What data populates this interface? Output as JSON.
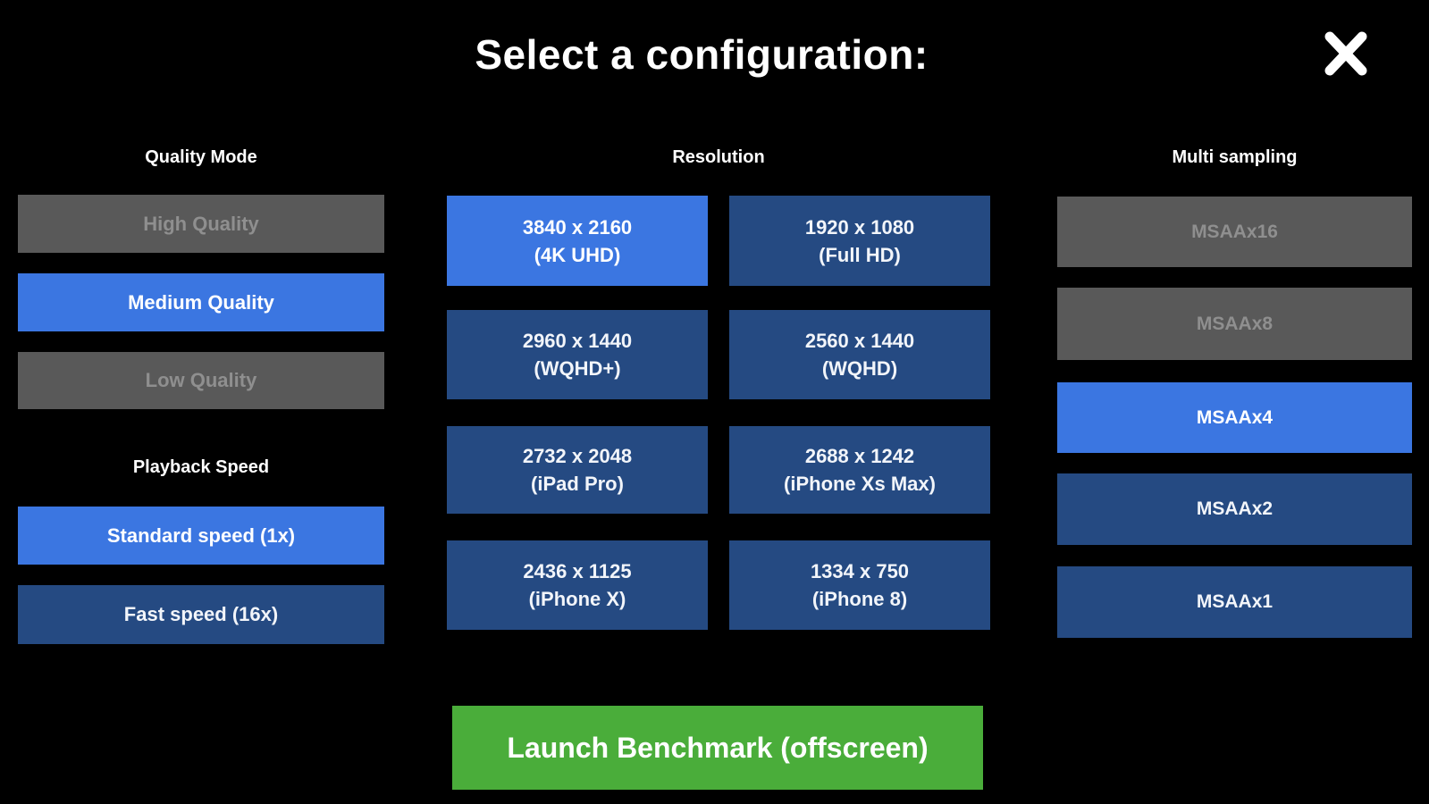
{
  "title": "Select a configuration:",
  "colors": {
    "bg": "#000000",
    "selected": "#3b76e1",
    "normal": "#254a82",
    "disabled": "#595959",
    "launch": "#4aad3a"
  },
  "sections": {
    "quality_mode": {
      "label": "Quality Mode",
      "options": [
        {
          "label": "High Quality",
          "state": "disabled"
        },
        {
          "label": "Medium Quality",
          "state": "selected"
        },
        {
          "label": "Low Quality",
          "state": "disabled"
        }
      ]
    },
    "playback_speed": {
      "label": "Playback Speed",
      "options": [
        {
          "label": "Standard speed (1x)",
          "state": "selected"
        },
        {
          "label": "Fast speed (16x)",
          "state": "normal"
        }
      ]
    },
    "resolution": {
      "label": "Resolution",
      "options": [
        {
          "line1": "3840 x 2160",
          "line2": "(4K UHD)",
          "state": "selected"
        },
        {
          "line1": "1920 x 1080",
          "line2": "(Full HD)",
          "state": "normal"
        },
        {
          "line1": "2960 x 1440",
          "line2": "(WQHD+)",
          "state": "normal"
        },
        {
          "line1": "2560 x 1440",
          "line2": "(WQHD)",
          "state": "normal"
        },
        {
          "line1": "2732 x 2048",
          "line2": "(iPad Pro)",
          "state": "normal"
        },
        {
          "line1": "2688 x 1242",
          "line2": "(iPhone Xs Max)",
          "state": "normal"
        },
        {
          "line1": "2436 x 1125",
          "line2": "(iPhone X)",
          "state": "normal"
        },
        {
          "line1": "1334 x 750",
          "line2": "(iPhone 8)",
          "state": "normal"
        }
      ]
    },
    "multi_sampling": {
      "label": "Multi sampling",
      "options": [
        {
          "label": "MSAAx16",
          "state": "disabled"
        },
        {
          "label": "MSAAx8",
          "state": "disabled"
        },
        {
          "label": "MSAAx4",
          "state": "selected"
        },
        {
          "label": "MSAAx2",
          "state": "normal"
        },
        {
          "label": "MSAAx1",
          "state": "normal"
        }
      ]
    }
  },
  "launch_button": {
    "label": "Launch Benchmark (offscreen)"
  }
}
